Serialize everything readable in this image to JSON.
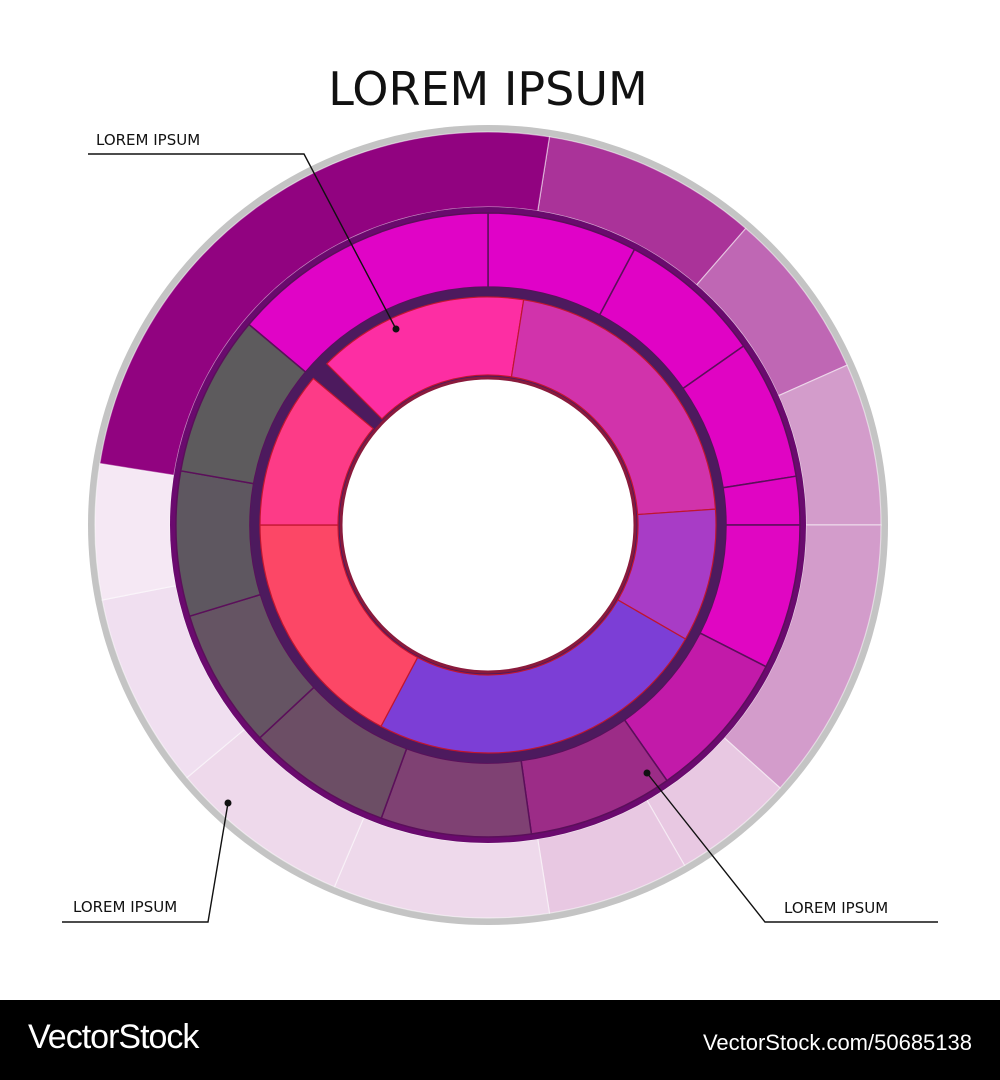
{
  "title": "LOREM IPSUM",
  "callouts": [
    {
      "label": "LOREM IPSUM"
    },
    {
      "label": "LOREM IPSUM"
    },
    {
      "label": "LOREM IPSUM"
    }
  ],
  "colors": {
    "rim": "#c4c4c4",
    "band_divider": "#6a0a6e",
    "inner_divider": "#4d1a5e",
    "hole_border": "#8a1a3c",
    "outer_ring": [
      "#910380",
      "#aa3399",
      "#bf67b4",
      "#d39ccb",
      "#e8c8e2",
      "#eed9eb",
      "#f0dff0",
      "#f5e8f4"
    ],
    "middle_ring": [
      "#e002c8",
      "#e003c5",
      "#e004c3",
      "#e005c3",
      "#e006c2",
      "#c21aa9",
      "#9c2c87",
      "#7f4173",
      "#6c4e65",
      "#655463",
      "#5e5760",
      "#5d5b5d",
      "#e004c6"
    ],
    "inner_ring": [
      "#fd2ea3",
      "#d133ab",
      "#a83cc6",
      "#7c3ed6",
      "#fc4766",
      "#fd3b87"
    ]
  },
  "footer": {
    "brand": "VectorStock",
    "id": "VectorStock.com/50685138"
  }
}
